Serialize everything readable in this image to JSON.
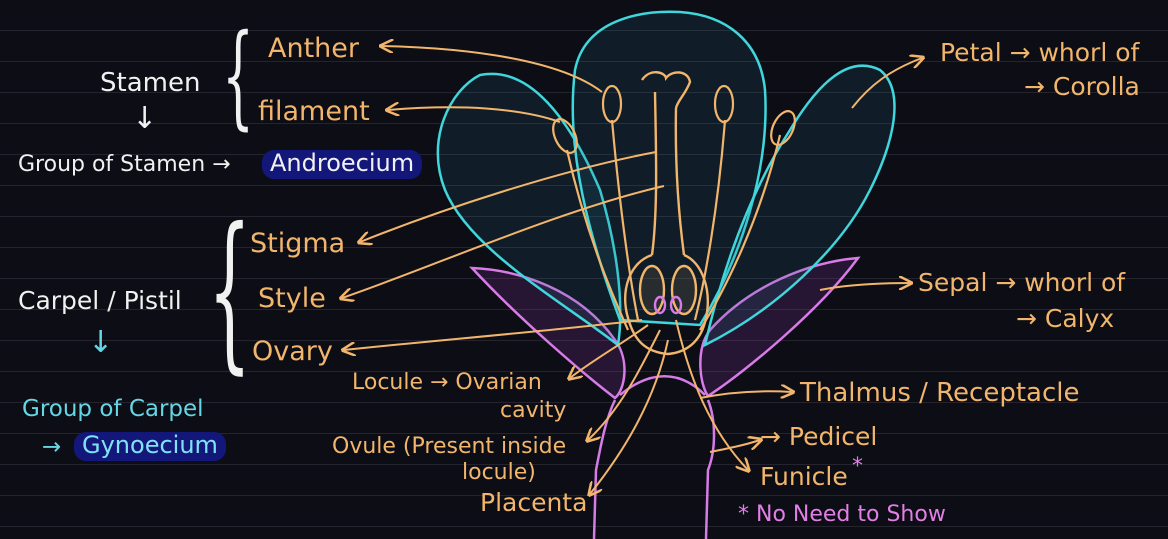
{
  "stamen": {
    "title": "Stamen",
    "anther": "Anther",
    "filament": "filament",
    "arrow": "↓",
    "group_prefix": "Group of Stamen →",
    "group_name": "Androecium"
  },
  "carpel": {
    "title": "Carpel / Pistil",
    "stigma": "Stigma",
    "style": "Style",
    "ovary": "Ovary",
    "arrow": "↓",
    "group_line1": "Group of Carpel",
    "group_arrow": "→",
    "group_name": "Gynoecium"
  },
  "ovary_parts": {
    "locule_line1": "Locule → Ovarian",
    "locule_line2": "cavity",
    "ovule_line1": "Ovule (Present inside",
    "ovule_line2": "locule)",
    "placenta": "Placenta"
  },
  "right_labels": {
    "petal_line1": "Petal → whorl of",
    "petal_line2": "→ Corolla",
    "sepal_line1": "Sepal → whorl of",
    "sepal_line2": "→ Calyx",
    "thalamus": "Thalmus / Receptacle",
    "pedicel": "→ Pedicel",
    "funicle": "Funicle",
    "funicle_star": "*",
    "note": "* No Need to Show"
  },
  "colors": {
    "background": "#0c0d15",
    "ruled_line": "#25242e",
    "label_orange": "#f2b56c",
    "label_white": "#f1f1f1",
    "label_cyan": "#65d6e4",
    "note_pink": "#e27fe4",
    "petal_outline": "#3fd6dc",
    "sepal_outline": "#d77be6",
    "highlight": "#13177a"
  }
}
